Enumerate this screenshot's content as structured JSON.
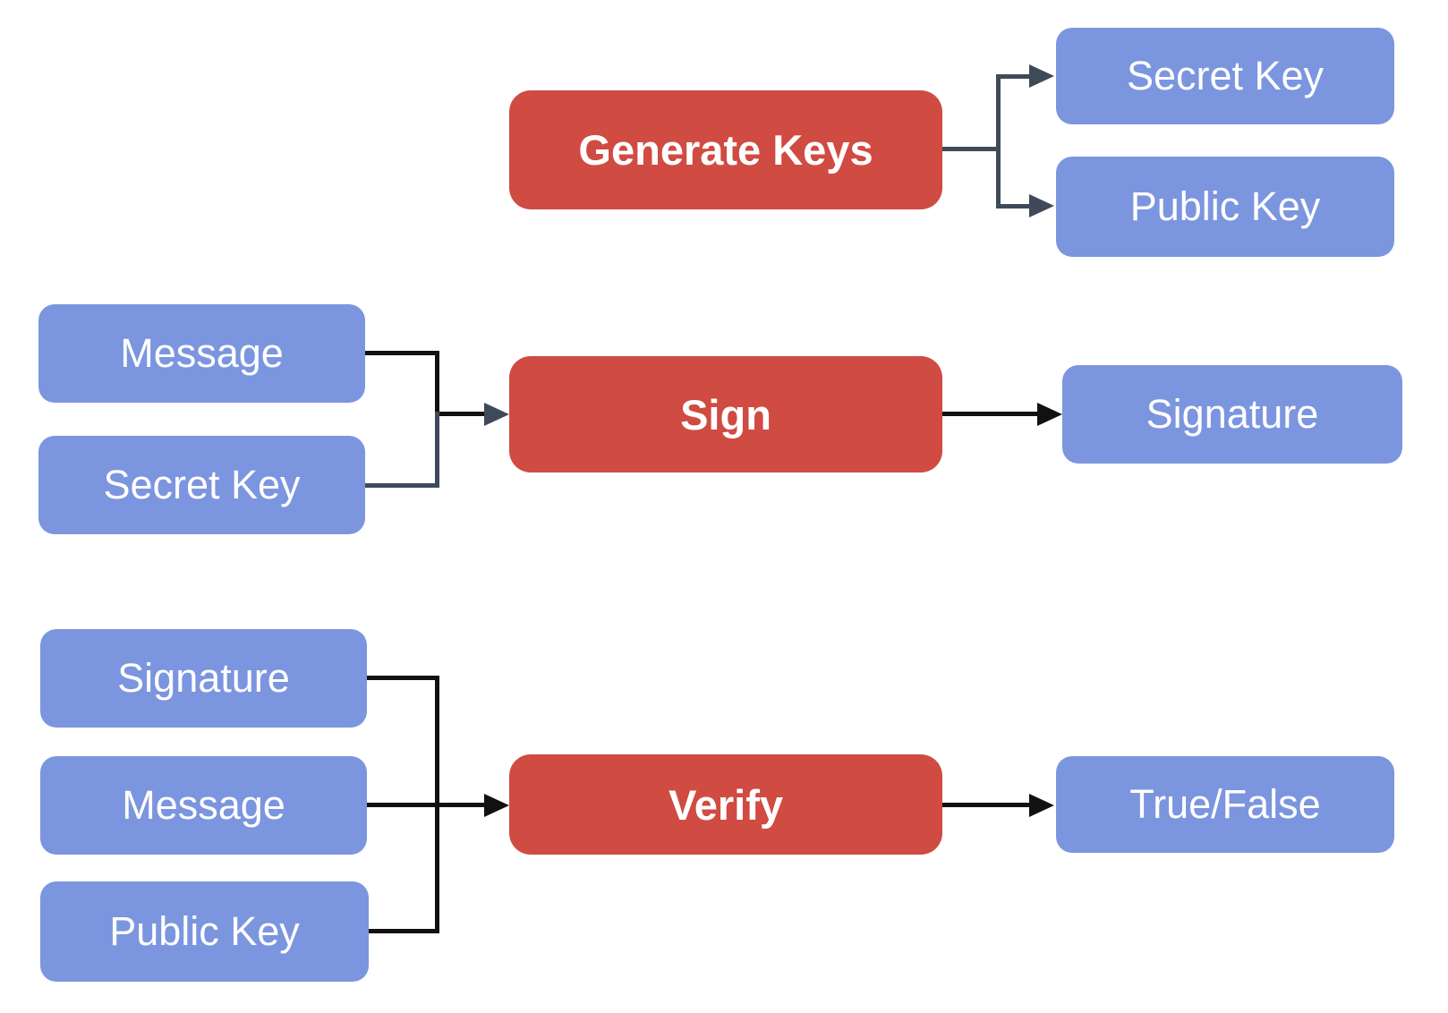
{
  "colors": {
    "process_box": "#D04B42",
    "data_box": "#7C95DF",
    "edge_dark": "#111111",
    "edge_slate": "#3F4A59",
    "text": "#FFFFFF",
    "background": "#FFFFFF"
  },
  "nodes": {
    "generate_keys": {
      "label": "Generate Keys",
      "type": "process"
    },
    "secret_key_output": {
      "label": "Secret Key",
      "type": "data"
    },
    "public_key_output": {
      "label": "Public Key",
      "type": "data"
    },
    "message_sign_input": {
      "label": "Message",
      "type": "data"
    },
    "secret_key_sign_input": {
      "label": "Secret Key",
      "type": "data"
    },
    "sign": {
      "label": "Sign",
      "type": "process"
    },
    "signature_output": {
      "label": "Signature",
      "type": "data"
    },
    "signature_verify_input": {
      "label": "Signature",
      "type": "data"
    },
    "message_verify_input": {
      "label": "Message",
      "type": "data"
    },
    "public_key_verify_input": {
      "label": "Public Key",
      "type": "data"
    },
    "verify": {
      "label": "Verify",
      "type": "process"
    },
    "true_false_output": {
      "label": "True/False",
      "type": "data"
    }
  },
  "flows": [
    {
      "from": "Generate Keys",
      "to": "Secret Key"
    },
    {
      "from": "Generate Keys",
      "to": "Public Key"
    },
    {
      "from": "Message",
      "to": "Sign"
    },
    {
      "from": "Secret Key",
      "to": "Sign"
    },
    {
      "from": "Sign",
      "to": "Signature"
    },
    {
      "from": "Signature",
      "to": "Verify"
    },
    {
      "from": "Message",
      "to": "Verify"
    },
    {
      "from": "Public Key",
      "to": "Verify"
    },
    {
      "from": "Verify",
      "to": "True/False"
    }
  ]
}
